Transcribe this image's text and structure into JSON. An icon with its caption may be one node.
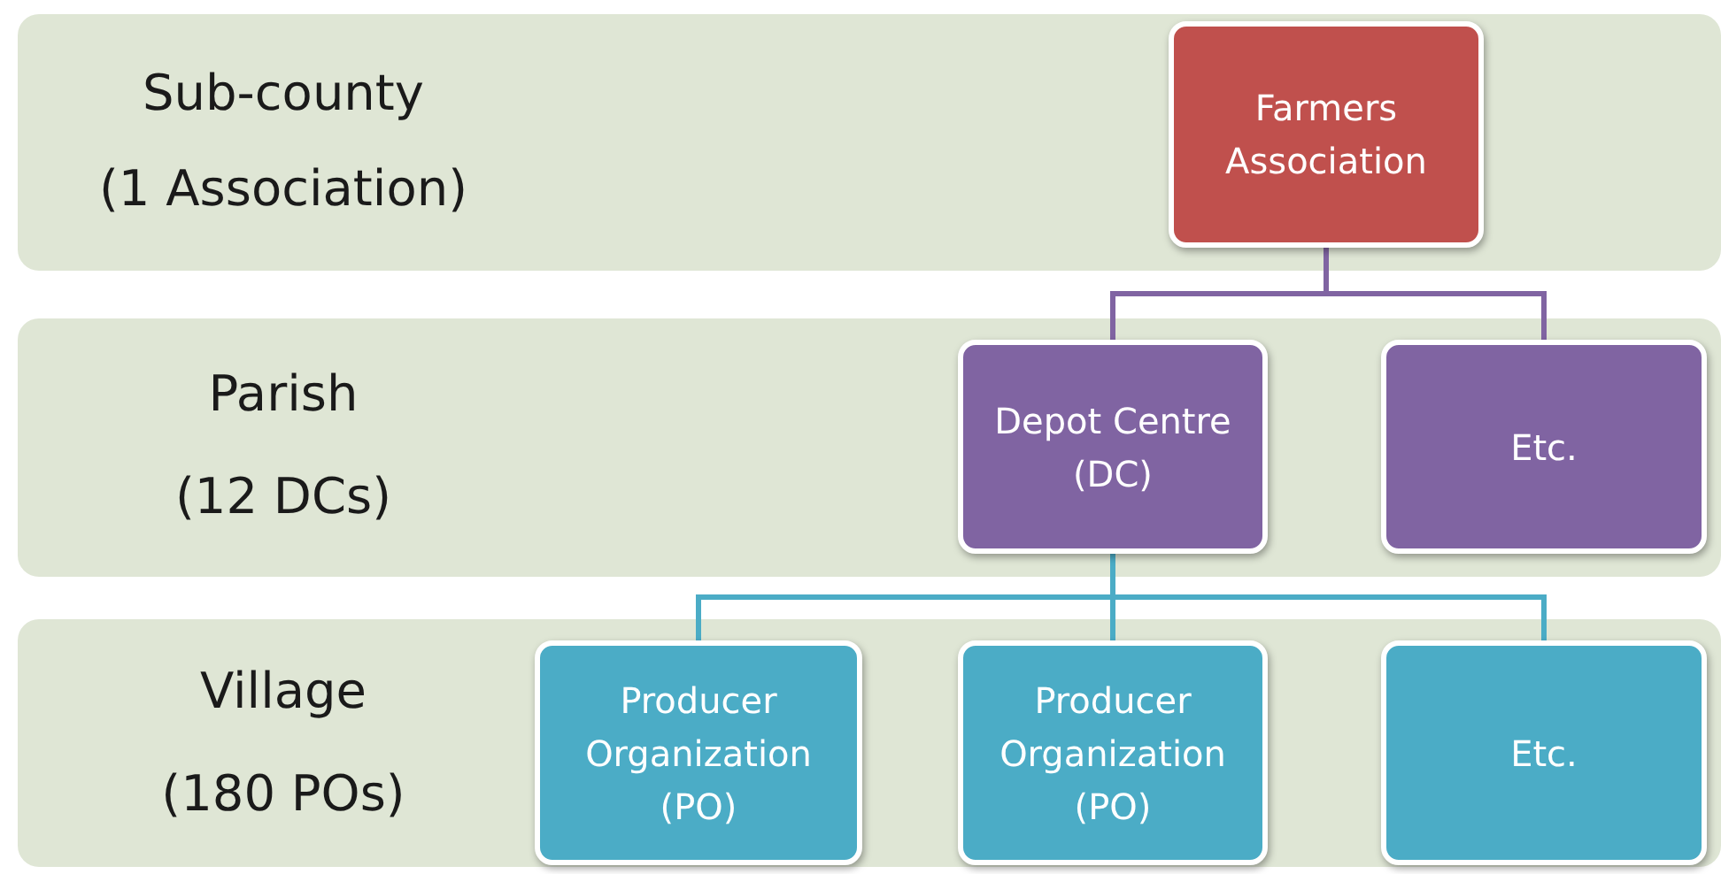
{
  "diagram": {
    "nodes": [
      {
        "text": [
          "Sub-county",
          "(1 Association)"
        ]
      },
      {
        "text": [
          "Farmers Association"
        ],
        "in": 0
      },
      {
        "text": [
          "Parish",
          "(12 DCs)"
        ]
      },
      {
        "text": [
          "Depot Centre (DC)"
        ],
        "in": 2
      },
      {
        "text": [
          "Etc."
        ],
        "in": 2
      },
      {
        "text": [
          "Village",
          "(180 POs)"
        ]
      },
      {
        "text": [
          "Producer Organization (PO)"
        ],
        "in": 5
      },
      {
        "text": [
          "Producer Organization (PO)"
        ],
        "in": 5
      },
      {
        "text": [
          "Etc."
        ],
        "in": 5
      }
    ],
    "edges": [
      {
        "from": 1,
        "to": 3,
        "arrow": "none",
        "color": "#8064a2"
      },
      {
        "from": 1,
        "to": 4,
        "arrow": "none",
        "color": "#8064a2"
      },
      {
        "from": 3,
        "to": 6,
        "arrow": "none"
      },
      {
        "from": 3,
        "to": 7,
        "arrow": "none"
      },
      {
        "from": 3,
        "to": 8,
        "arrow": "none"
      }
    ]
  }
}
